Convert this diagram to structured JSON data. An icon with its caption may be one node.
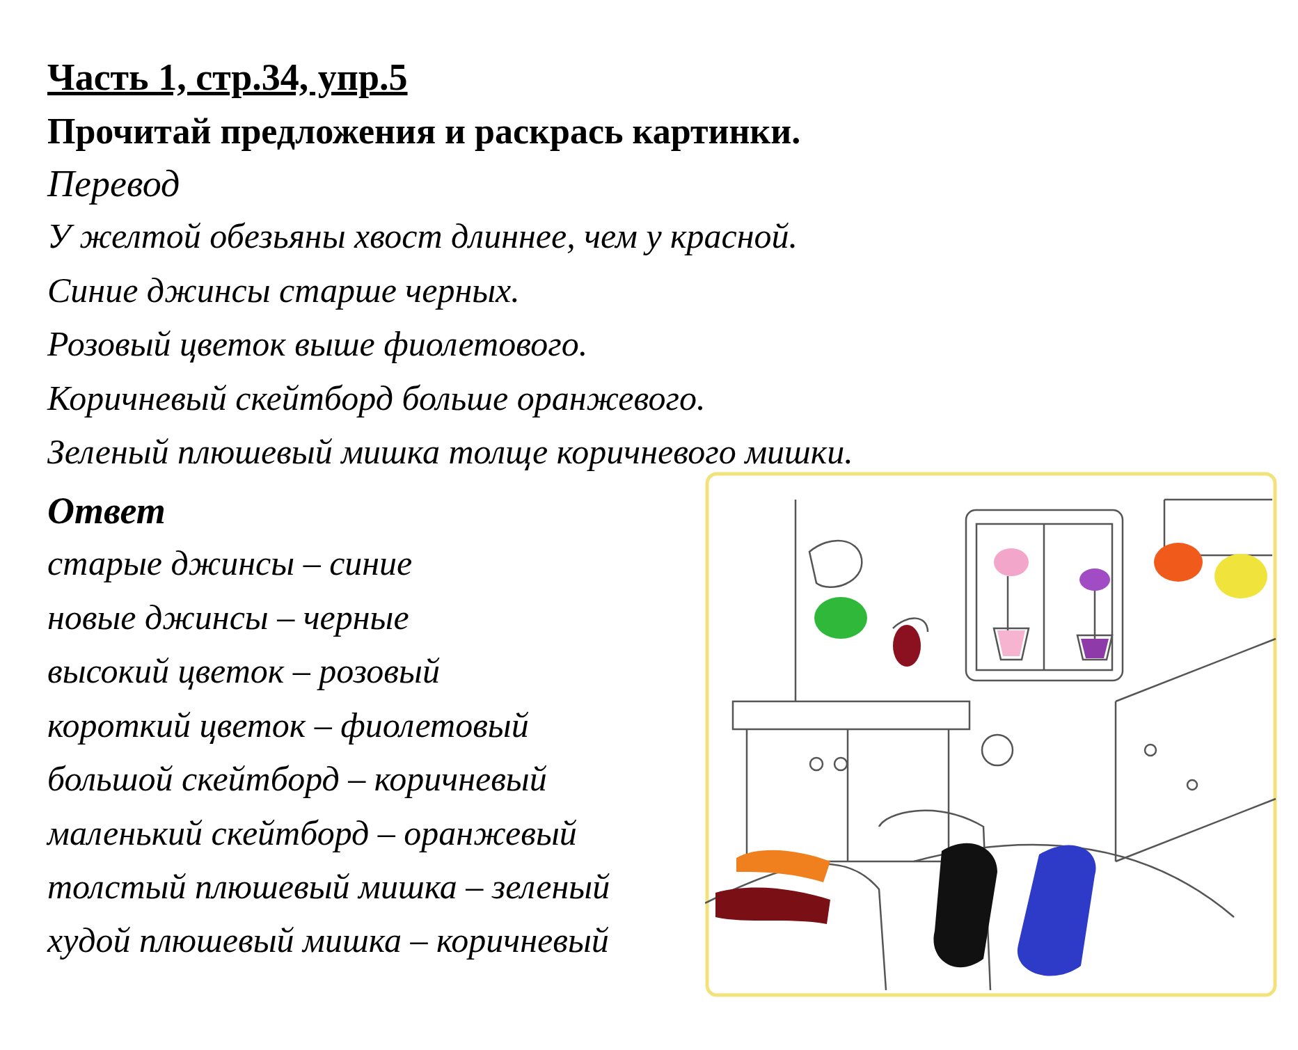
{
  "diagram": {
    "title": "Часть 1, стр.34, упр.5",
    "labels": [
      "Прочитай предложения и раскрась картинки.",
      "Перевод",
      "У желтой обезьяны хвост длиннее, чем у красной.",
      "Синие джинсы старше черных.",
      "Розовый цветок выше фиолетового.",
      "Коричневый скейтборд больше оранжевого.",
      "Зеленый плюшевый мишка толще коричневого мишки.",
      "Ответ",
      "старые джинсы – синие",
      "новые джинсы – черные",
      "высокий цветок – розовый",
      "короткий цветок – фиолетовый",
      "большой скейтборд – коричневый",
      "маленький скейтборд – оранжевый",
      "толстый плюшевый мишка – зеленый",
      "худой плюшевый мишка – коричневый"
    ]
  }
}
